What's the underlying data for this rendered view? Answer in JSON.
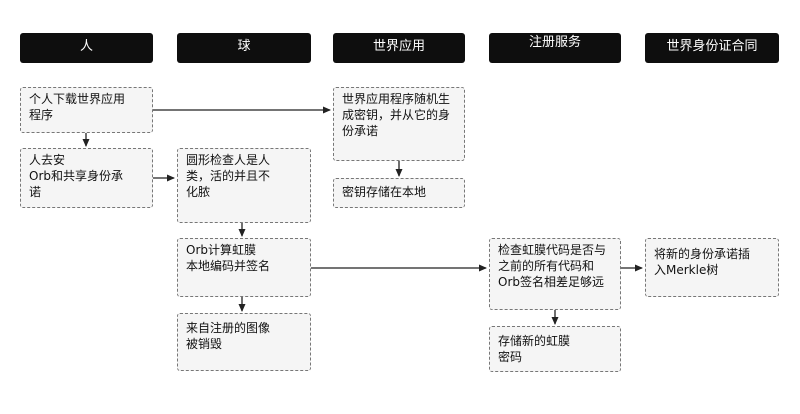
{
  "lanes": [
    {
      "id": "person",
      "label": "人"
    },
    {
      "id": "orb",
      "label": "球"
    },
    {
      "id": "world_app",
      "label": "世界应用"
    },
    {
      "id": "registration",
      "label": "注册服务"
    },
    {
      "id": "world_id_contract",
      "label": "世界身份证合同"
    }
  ],
  "nodes": {
    "download": {
      "label": "个人下载世界应用\n程序"
    },
    "generate_key": {
      "label": "世界应用程序随机生\n成密钥，并从它的身\n份承诺"
    },
    "store_key": {
      "label": "密钥存储在本地"
    },
    "visit_orb": {
      "label": "人去安\n  Orb和共享身份承\n诺"
    },
    "check_human": {
      "label": "圆形检查人是人\n类，活的并且不\n化脓"
    },
    "compute_iris": {
      "label": "Orb计算虹膜\n 本地编码并签名"
    },
    "destroy_images": {
      "label": "来自注册的图像\n被销毁"
    },
    "check_iris": {
      "label": "检查虹膜代码是否与\n之前的所有代码和\nOrb签名相差足够远"
    },
    "store_iris": {
      "label": "存储新的虹膜\n   密码"
    },
    "insert_merkle": {
      "label": "   将新的身份承诺插\n入Merkle树"
    }
  }
}
